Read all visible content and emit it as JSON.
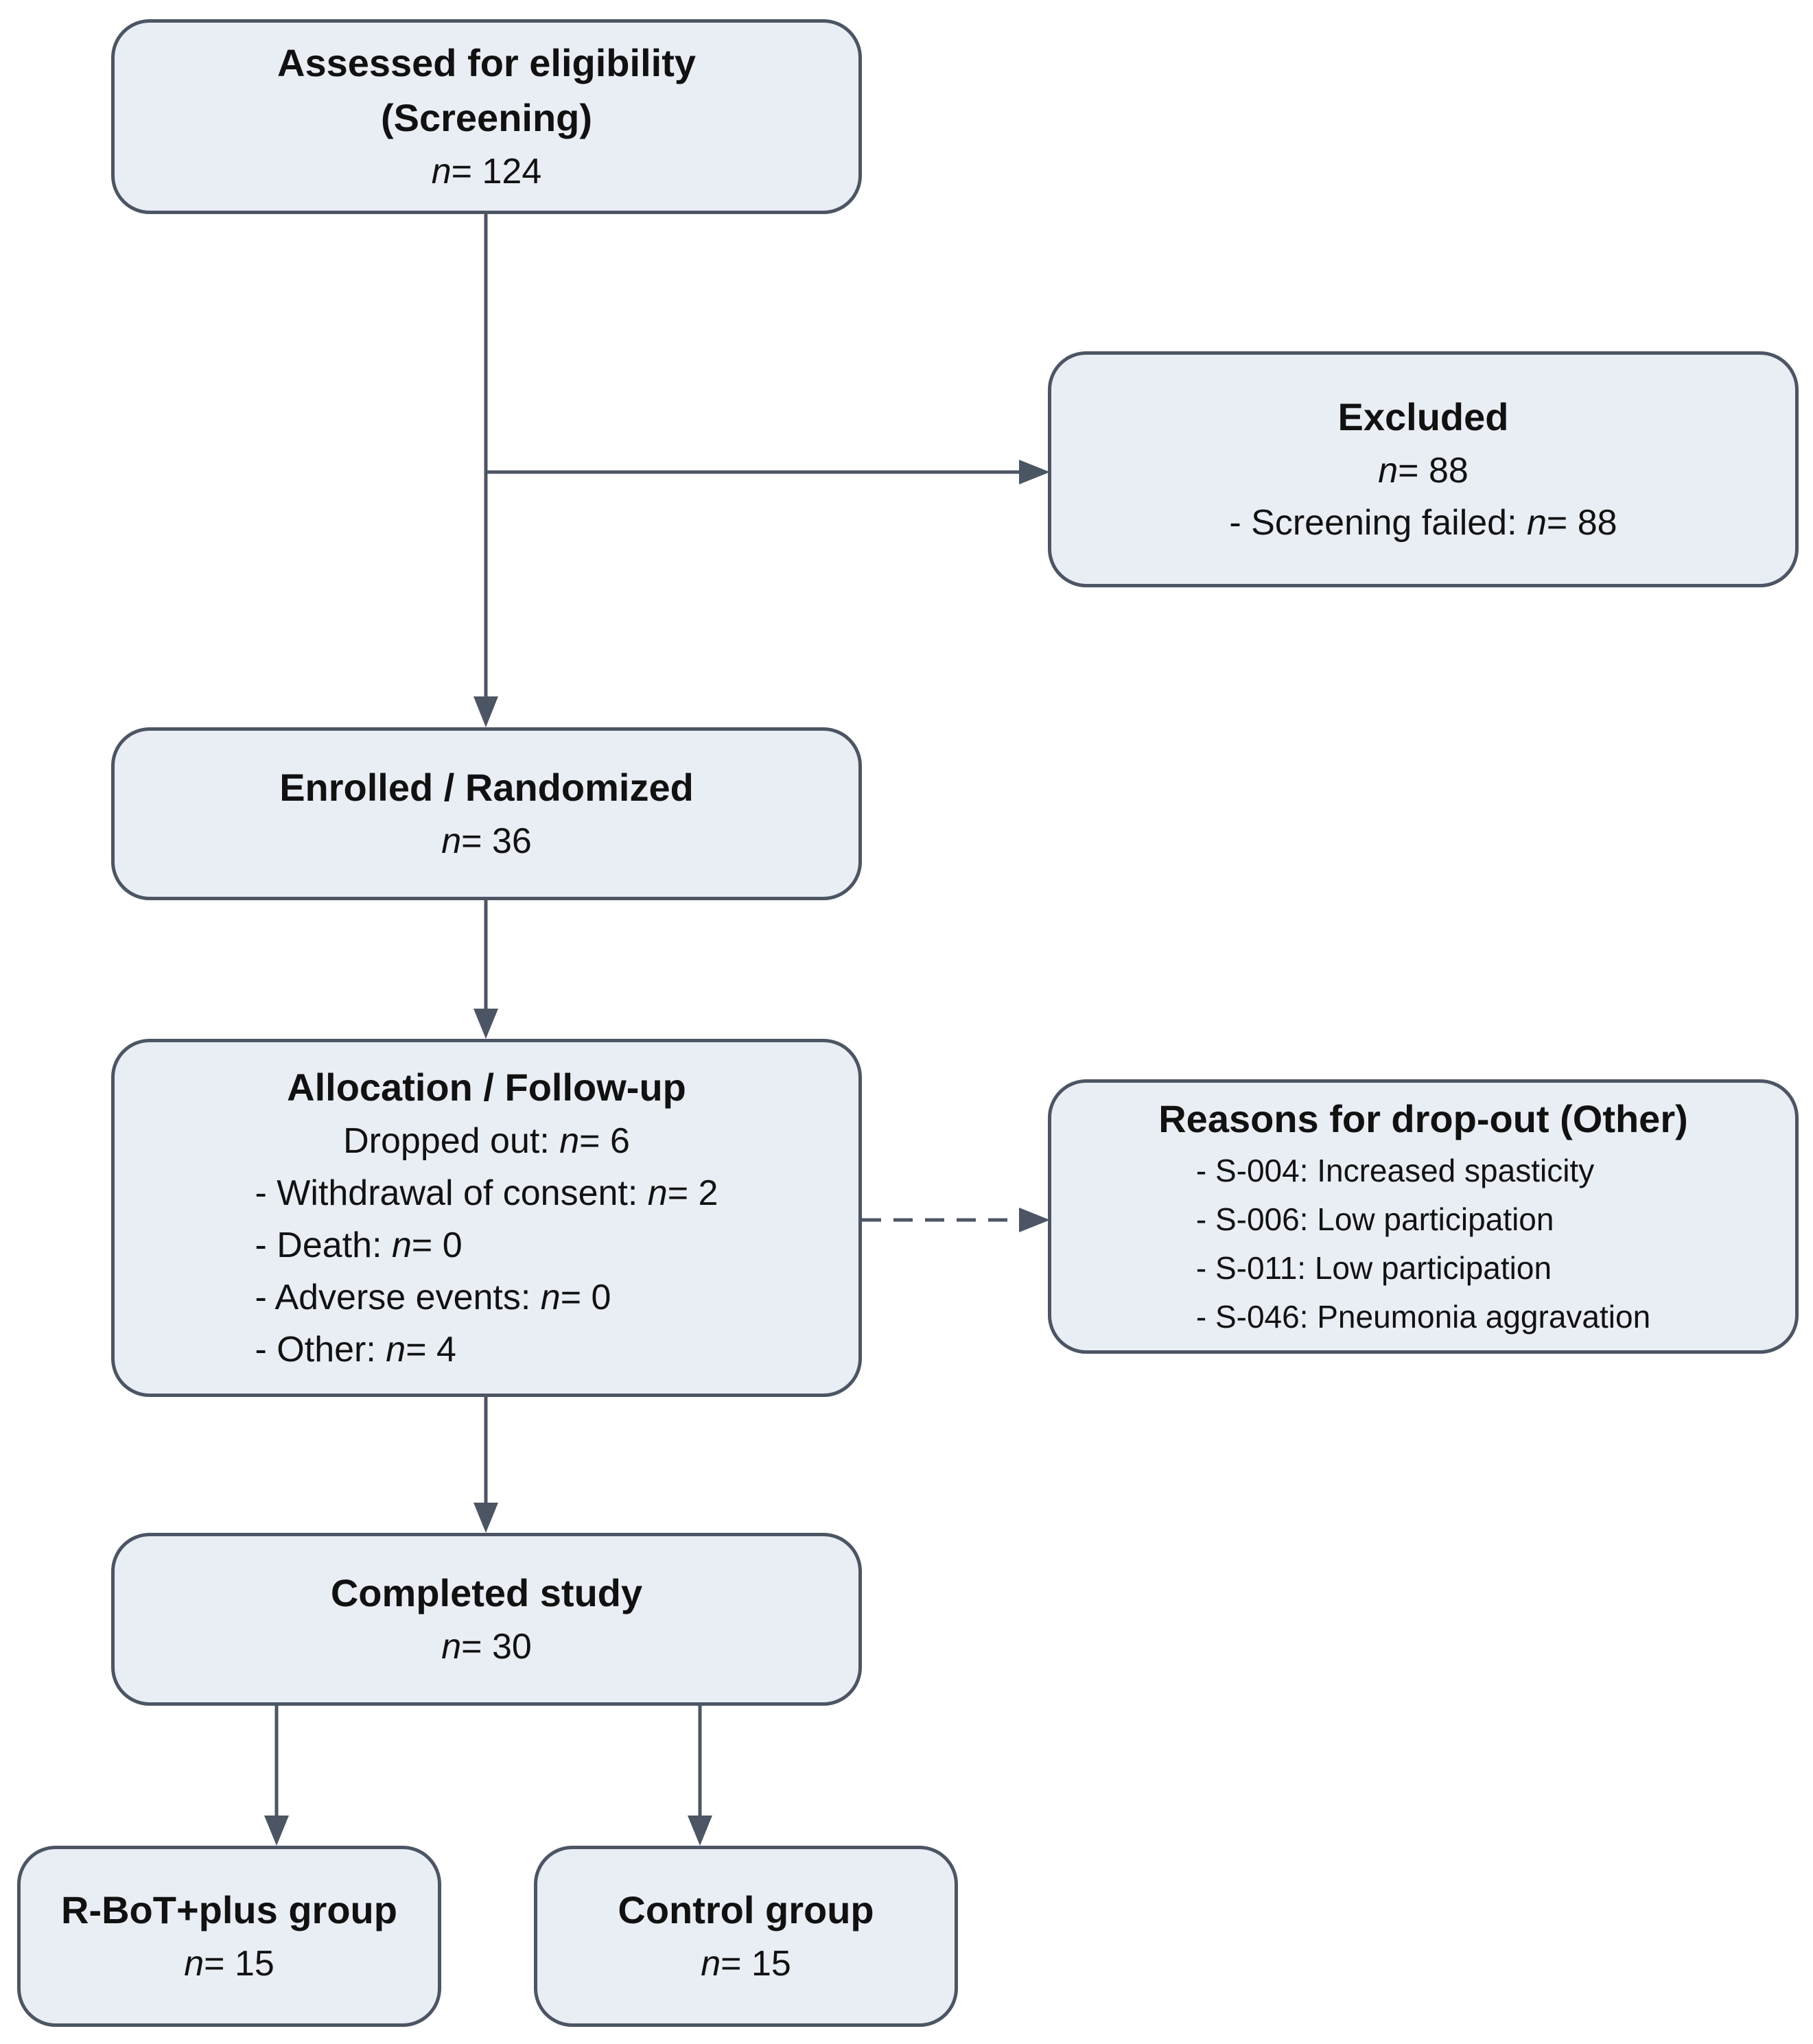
{
  "colors": {
    "box_fill": "#e9edf4",
    "box_border": "#4c5563",
    "connector": "#4c5563"
  },
  "screening": {
    "title_line1": "Assessed for eligibility",
    "title_line2": "(Screening)",
    "n_value": "124"
  },
  "excluded": {
    "title": "Excluded",
    "n_value": "88",
    "detail_label": "- Screening failed:",
    "detail_n_value": "88"
  },
  "enrolled": {
    "title": "Enrolled / Randomized",
    "n_value": "36"
  },
  "allocation": {
    "title": "Allocation / Follow-up",
    "dropped_label": "Dropped out:",
    "dropped_n_value": "6",
    "items": [
      {
        "label": "- Withdrawal of consent:",
        "n_value": "2"
      },
      {
        "label": "- Death:",
        "n_value": "0"
      },
      {
        "label": "- Adverse events:",
        "n_value": "0"
      },
      {
        "label": "- Other:",
        "n_value": "4"
      }
    ]
  },
  "reasons": {
    "title": "Reasons for drop-out (Other)",
    "items": [
      "- S-004: Increased spasticity",
      "- S-006: Low participation",
      "- S-011: Low participation",
      "- S-046: Pneumonia aggravation"
    ]
  },
  "completed": {
    "title": "Completed study",
    "n_value": "30"
  },
  "groups": [
    {
      "title": "R-BoT+plus group",
      "n_value": "15"
    },
    {
      "title": "Control group",
      "n_value": "15"
    }
  ],
  "n_symbol": "n",
  "n_equals": "= "
}
